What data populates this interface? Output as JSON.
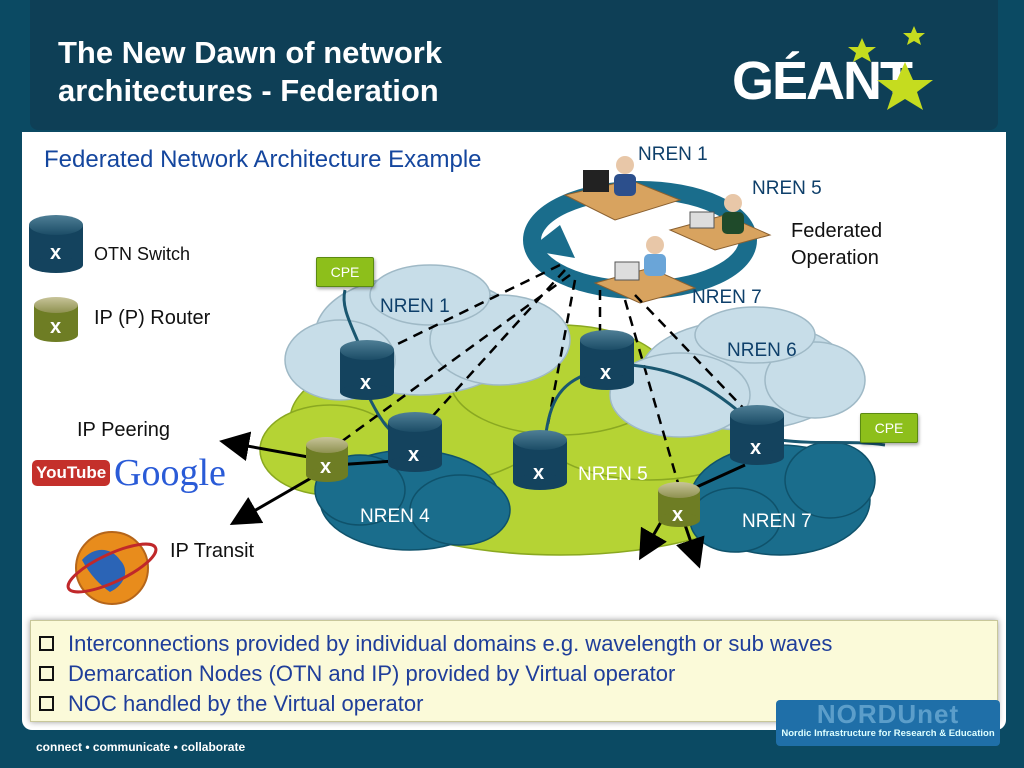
{
  "header": {
    "title_line1": "The New Dawn of network",
    "title_line2": "architectures - Federation",
    "logo_text": "GÉANT"
  },
  "subtitle": "Federated Network Architecture Example",
  "legend": {
    "otn_symbol": "x",
    "otn_label": "OTN Switch",
    "ip_symbol": "x",
    "ip_label": "IP (P) Router"
  },
  "operators": {
    "nren1": "NREN 1",
    "nren5": "NREN 5",
    "nren7": "NREN 7",
    "federated_line1": "Federated",
    "federated_line2": "Operation"
  },
  "networks": {
    "nren1": "NREN 1",
    "nren6": "NREN 6",
    "nren5": "NREN 5",
    "nren4": "NREN 4",
    "nren7": "NREN 7"
  },
  "cpe_left": "CPE",
  "cpe_right": "CPE",
  "peering": {
    "label": "IP Peering",
    "youtube": "YouTube",
    "google": "Google",
    "transit": "IP Transit"
  },
  "node_symbol": "x",
  "bullets": [
    "Interconnections provided by individual domains e.g. wavelength or sub waves",
    "Demarcation Nodes (OTN and IP) provided by Virtual operator",
    "NOC handled by the Virtual operator"
  ],
  "nordunet": {
    "name": "NORDUnet",
    "tagline": "Nordic Infrastructure for Research & Education"
  },
  "footer": "connect • communicate • collaborate",
  "colors": {
    "background": "#0b4a63",
    "header": "#0e3f56",
    "otn_switch": "#14435e",
    "ip_router": "#6e7d24",
    "cloud_blue": "#c7dde8",
    "cloud_green": "#b5d334",
    "cloud_teal": "#1a6d8c",
    "cpe": "#8dbf1b",
    "bullet_text": "#1f3e9a"
  }
}
